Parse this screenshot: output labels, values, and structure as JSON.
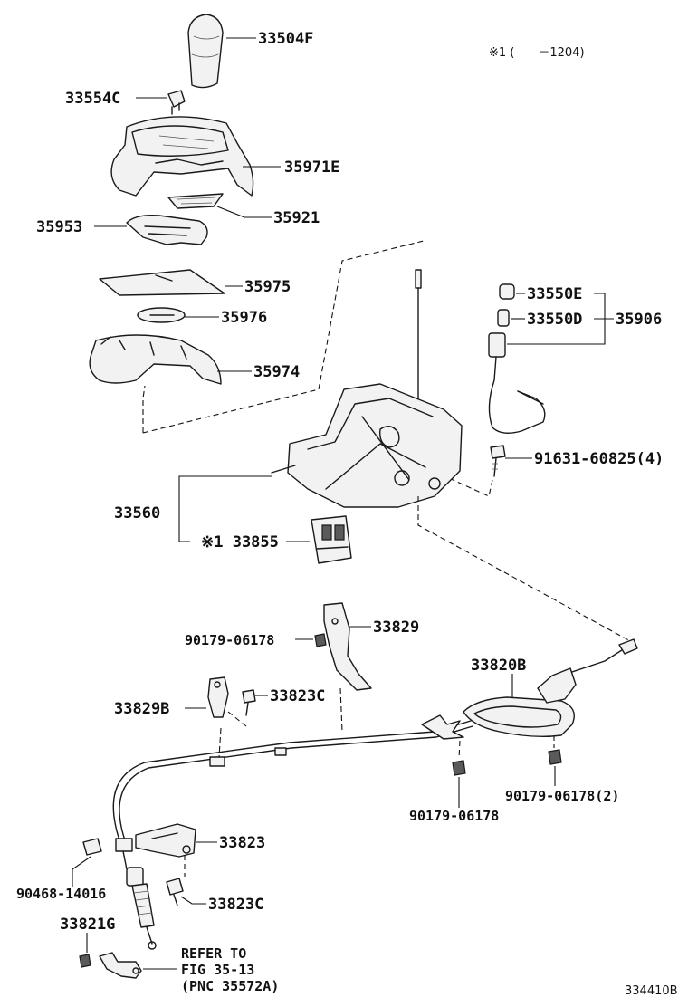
{
  "note": "※1 (　　－1204)",
  "diagram_id": "334410B",
  "refer": {
    "line1": "REFER TO",
    "line2": "FIG 35-13",
    "line3": "(PNC 35572A)"
  },
  "labels": {
    "p33504F": "33504F",
    "p33554C": "33554C",
    "p35971E": "35971E",
    "p35921": "35921",
    "p35953": "35953",
    "p35975": "35975",
    "p35976": "35976",
    "p35974": "35974",
    "p33550E": "33550E",
    "p33550D": "33550D",
    "p35906": "35906",
    "p91631": "91631-60825(4)",
    "p33560": "33560",
    "p33855": "※1 33855",
    "p33829": "33829",
    "p90179a": "90179-06178",
    "p33820B": "33820B",
    "p33829B": "33829B",
    "p33823C_top": "33823C",
    "p90179b": "90179-06178",
    "p90179c": "90179-06178(2)",
    "p33823": "33823",
    "p90468": "90468-14016",
    "p33823C_bot": "33823C",
    "p33821G": "33821G"
  }
}
